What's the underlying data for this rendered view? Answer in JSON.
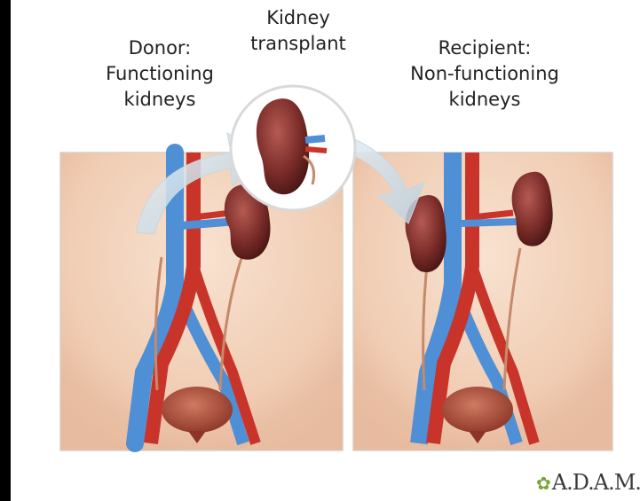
{
  "labels": {
    "donor": [
      "Donor:",
      "Functioning",
      "kidneys"
    ],
    "transplant": [
      "Kidney",
      "transplant"
    ],
    "recipient": [
      "Recipient:",
      "Non-functioning",
      "kidneys"
    ]
  },
  "logo": {
    "text": "A.D.A.M.",
    "icon": "leaf-icon"
  },
  "colors": {
    "background": "#000000",
    "panel": "#ffffff",
    "skin": "#f3d3bd",
    "artery": "#c8342a",
    "vein": "#4f8fd6",
    "kidney": "#7a2a28",
    "bladder": "#a8473a",
    "arrow": "#cfe0ea"
  }
}
